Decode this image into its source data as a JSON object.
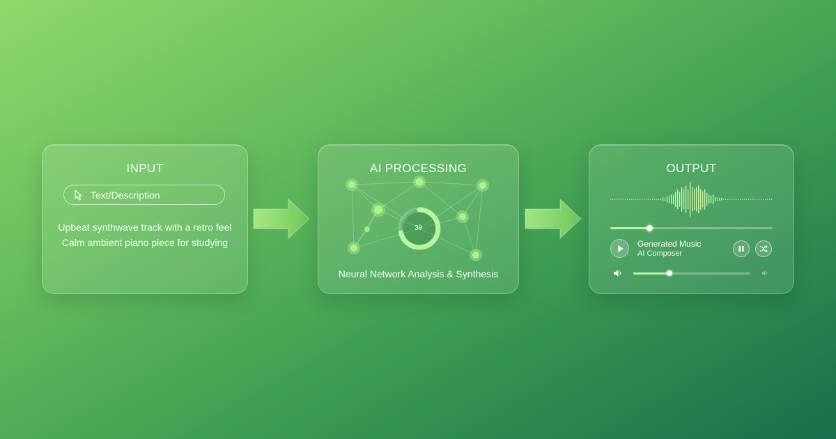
{
  "input": {
    "title": "INPUT",
    "field_label": "Text/Description",
    "prompts": [
      "Upbeat synthwave track with a retro feel",
      "Calm ambient piano piece for studying"
    ]
  },
  "processing": {
    "title": "AI PROCESSING",
    "gauge_label": "3θ",
    "caption": "Neural Network Analysis & Synthesis"
  },
  "output": {
    "title": "OUTPUT",
    "track_title": "Generated Music",
    "track_artist": "AI Composer",
    "playback_progress": 0.24,
    "volume_level": 0.31
  },
  "colors": {
    "accent": "#b8f5a0",
    "node": "#9cf07a",
    "arrow": "#86d766"
  },
  "icons": [
    "cursor-icon",
    "play-icon",
    "pause-icon",
    "shuffle-icon",
    "volume-icon",
    "volume-low-icon",
    "arrow-right-icon"
  ]
}
